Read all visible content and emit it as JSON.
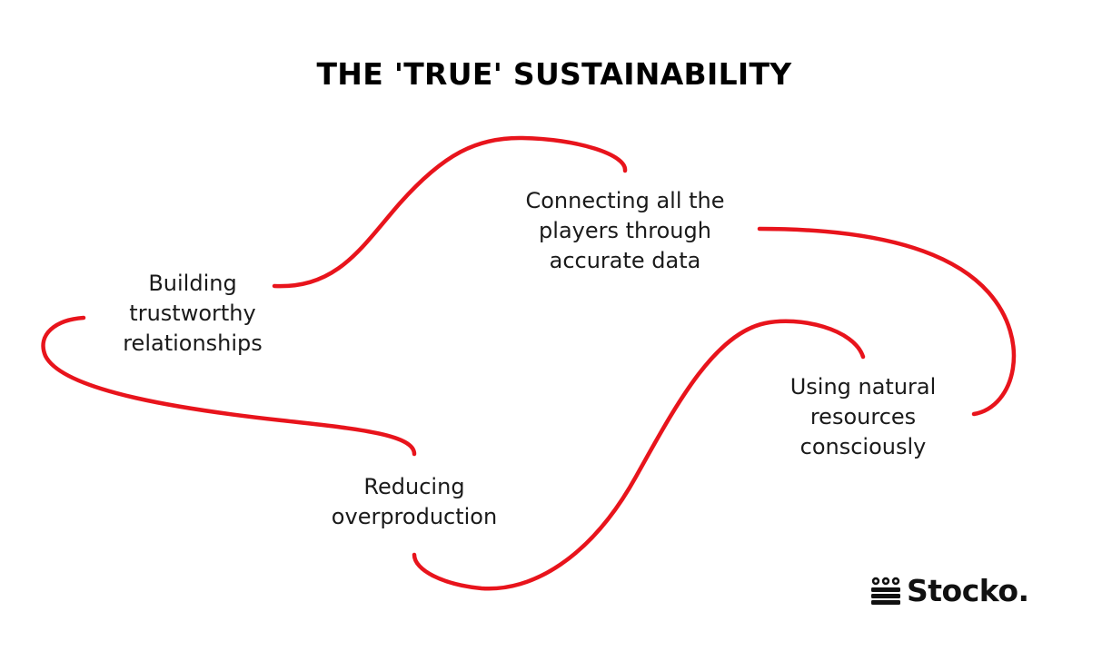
{
  "title": "THE 'TRUE' SUSTAINABILITY",
  "nodes": {
    "building": [
      "Building",
      "trustworthy",
      "relationships"
    ],
    "connecting": [
      "Connecting all the",
      "players through",
      "accurate data"
    ],
    "using": [
      "Using natural",
      "resources",
      "consciously"
    ],
    "reducing": [
      "Reducing",
      "overproduction"
    ]
  },
  "logo": {
    "text": "Stocko.",
    "icon": "stacked-rolls-icon"
  },
  "colors": {
    "curve": "#e8141c",
    "text": "#1a1a1a",
    "title": "#000000"
  }
}
